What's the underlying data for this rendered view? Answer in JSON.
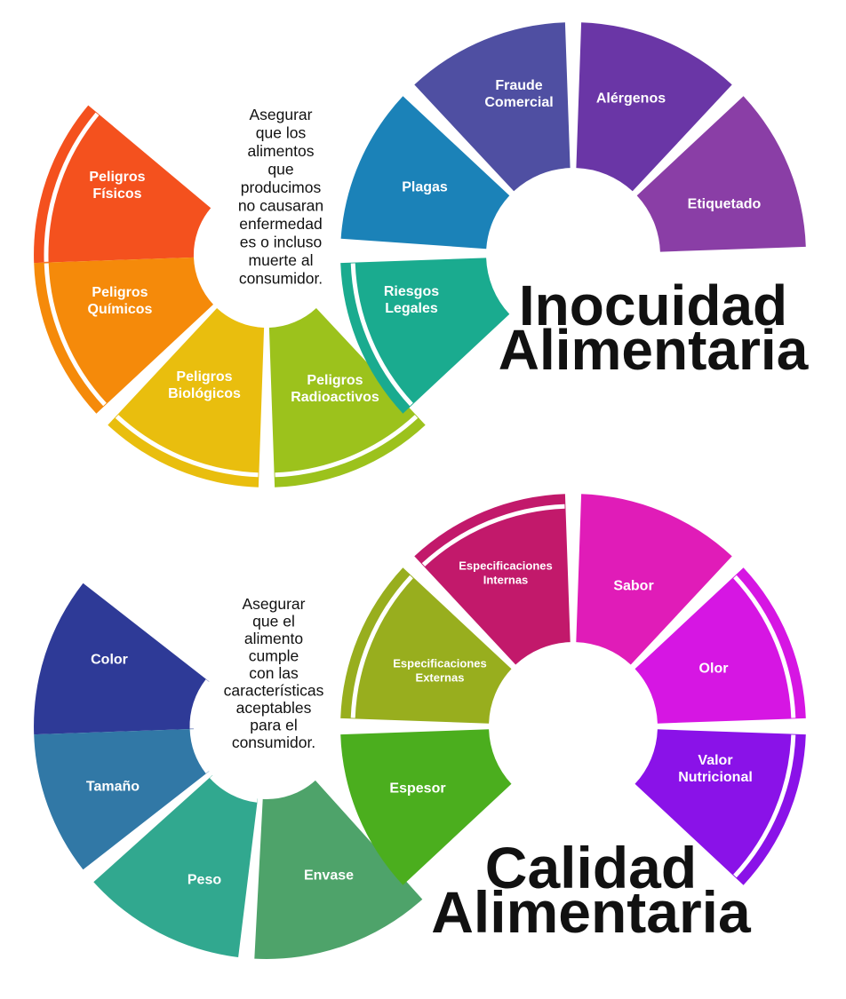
{
  "inocuidad": {
    "title": [
      "Inocuidad",
      "Alimentaria"
    ],
    "description": [
      "Asegurar",
      "que los",
      "alimentos",
      "que",
      "producimos",
      "no causaran",
      "enfermedad",
      "es o incluso",
      "muerte al",
      "consumidor."
    ],
    "segments": [
      {
        "name": "peligros-fisicos",
        "label": [
          "Peligros",
          "Físicos"
        ],
        "color": "#F4511E"
      },
      {
        "name": "peligros-quimicos",
        "label": [
          "Peligros",
          "Químicos"
        ],
        "color": "#F58A0A"
      },
      {
        "name": "peligros-biologicos",
        "label": [
          "Peligros",
          "Biológicos"
        ],
        "color": "#E9BE0E"
      },
      {
        "name": "peligros-radioactivos",
        "label": [
          "Peligros",
          "Radioactivos"
        ],
        "color": "#9CC21C"
      },
      {
        "name": "riesgos-legales",
        "label": [
          "Riesgos",
          "Legales"
        ],
        "color": "#1AAB8F"
      },
      {
        "name": "plagas",
        "label": [
          "Plagas"
        ],
        "color": "#1B82B8"
      },
      {
        "name": "fraude-comercial",
        "label": [
          "Fraude",
          "Comercial"
        ],
        "color": "#4F4FA2"
      },
      {
        "name": "alergenos",
        "label": [
          "Alérgenos"
        ],
        "color": "#6A36A6"
      },
      {
        "name": "etiquetado",
        "label": [
          "Etiquetado"
        ],
        "color": "#8A3EA6"
      }
    ]
  },
  "calidad": {
    "title": [
      "Calidad",
      "Alimentaria"
    ],
    "description": [
      "Asegurar",
      "que el",
      "alimento",
      "cumple",
      "con las",
      "características",
      "aceptables",
      "para el",
      "consumidor."
    ],
    "segments": [
      {
        "name": "color",
        "label": [
          "Color"
        ],
        "color": "#2E3A97"
      },
      {
        "name": "tamano",
        "label": [
          "Tamaño"
        ],
        "color": "#3178A6"
      },
      {
        "name": "peso",
        "label": [
          "Peso"
        ],
        "color": "#31A88F"
      },
      {
        "name": "envase",
        "label": [
          "Envase"
        ],
        "color": "#4EA36A"
      },
      {
        "name": "espesor",
        "label": [
          "Espesor"
        ],
        "color": "#4BAE1E"
      },
      {
        "name": "especificaciones-externas",
        "label": [
          "Especificaciones",
          "Externas"
        ],
        "color": "#98AE1E"
      },
      {
        "name": "especificaciones-internas",
        "label": [
          "Especificaciones",
          "Internas"
        ],
        "color": "#C2196B"
      },
      {
        "name": "sabor",
        "label": [
          "Sabor"
        ],
        "color": "#E01CB8"
      },
      {
        "name": "olor",
        "label": [
          "Olor"
        ],
        "color": "#D616E3"
      },
      {
        "name": "valor-nutricional",
        "label": [
          "Valor",
          "Nutricional"
        ],
        "color": "#8A12E8"
      }
    ]
  }
}
